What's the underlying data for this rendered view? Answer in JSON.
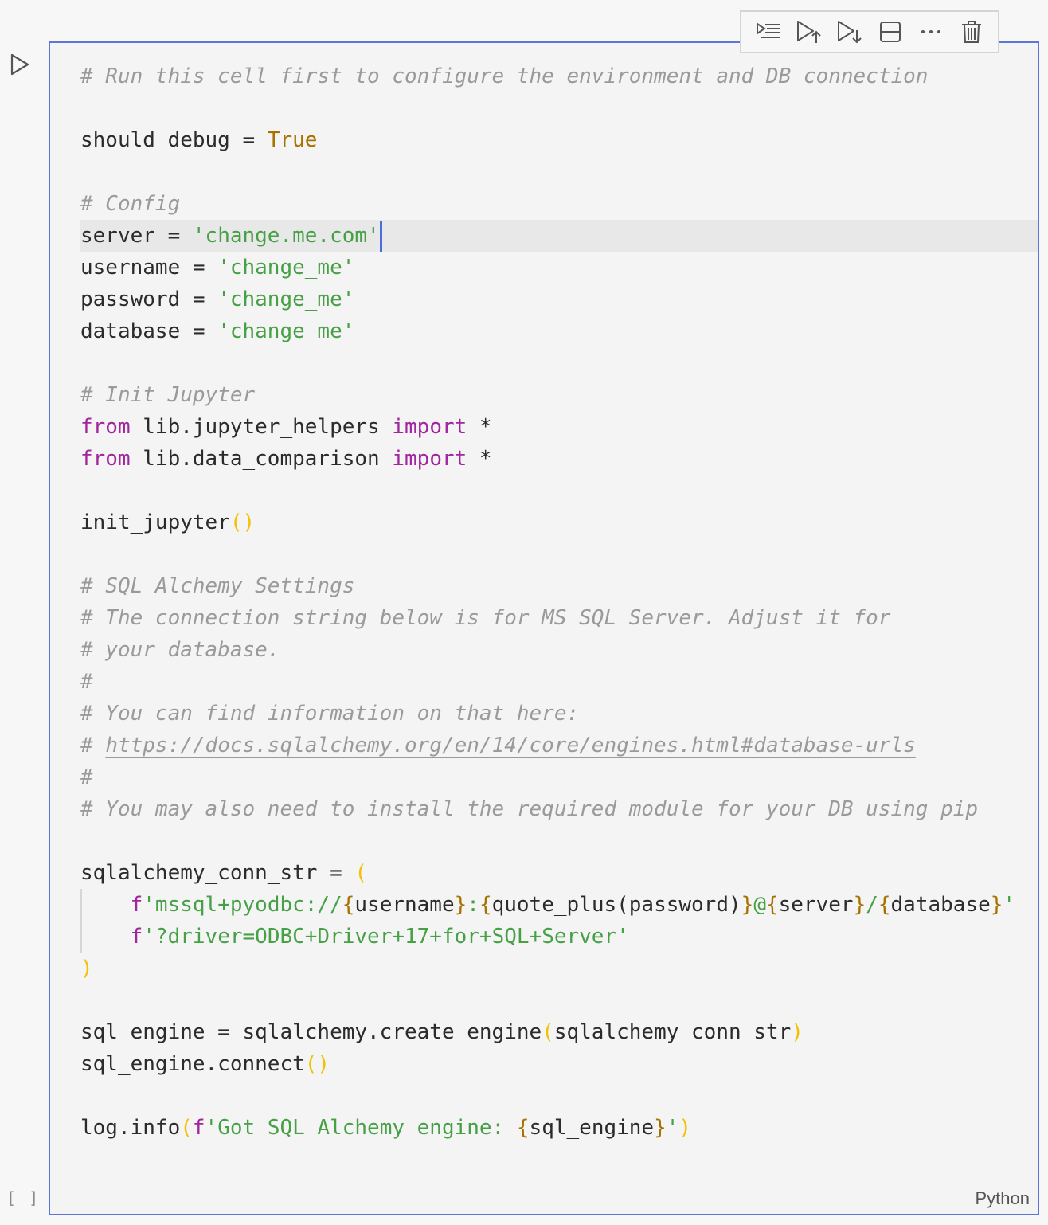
{
  "toolbar": {
    "buttons": [
      {
        "name": "execute-above-cells",
        "icon": "run-above-icon"
      },
      {
        "name": "run-by-line",
        "icon": "run-up-icon"
      },
      {
        "name": "run-below",
        "icon": "run-down-icon"
      },
      {
        "name": "split-cell",
        "icon": "split-cell-icon"
      },
      {
        "name": "more-actions",
        "icon": "more-icon"
      },
      {
        "name": "delete-cell",
        "icon": "trash-icon"
      }
    ]
  },
  "cell": {
    "execution_count": "[ ]",
    "language": "Python",
    "code": {
      "l1": "# Run this cell first to configure the environment and DB connection",
      "l3a": "should_debug = ",
      "l3b": "True",
      "l5": "# Config",
      "l6a": "server = ",
      "l6b": "'change.me.com'",
      "l7a": "username = ",
      "l7b": "'change_me'",
      "l8a": "password = ",
      "l8b": "'change_me'",
      "l9a": "database = ",
      "l9b": "'change_me'",
      "l11": "# Init Jupyter",
      "from": "from",
      "import": "import",
      "l12": " lib.jupyter_helpers ",
      "l13": " lib.data_comparison ",
      "star": " *",
      "l15": "init_jupyter",
      "parens": "()",
      "l17": "# SQL Alchemy Settings",
      "l18": "# The connection string below is for MS SQL Server. Adjust it for",
      "l19": "# your database.",
      "l20": "#",
      "l21": "# You can find information on that here:",
      "l22a": "# ",
      "l22b": "https://docs.sqlalchemy.org/en/14/core/engines.html#database-urls",
      "l23": "#",
      "l24": "# You may also need to install the required module for your DB using pip",
      "l26a": "sqlalchemy_conn_str = ",
      "lparen": "(",
      "rparen": ")",
      "f": "f",
      "l27s1": "'mssql+pyodbc://",
      "lbrace": "{",
      "rbrace": "}",
      "l27v1": "username",
      "colon": ":",
      "l27v2": "quote_plus(password)",
      "at": "@",
      "l27v3": "server",
      "slash": "/",
      "l27v4": "database",
      "quote": "'",
      "l28s": "'?driver=ODBC+Driver+17+for+SQL+Server'",
      "l31a": "sql_engine = sqlalchemy.create_engine",
      "l31b": "sqlalchemy_conn_str",
      "l32": "sql_engine.connect",
      "l34a": "log.info",
      "l34s": "'Got SQL Alchemy engine: ",
      "l34v": "sql_engine"
    }
  }
}
